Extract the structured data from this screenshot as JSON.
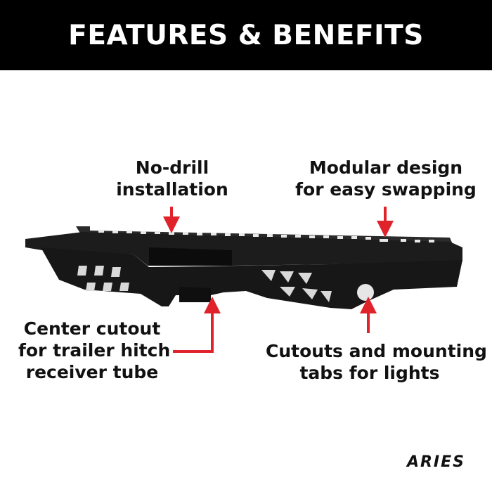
{
  "banner": {
    "title": "FEATURES & BENEFITS",
    "background": "#000000",
    "text_color": "#ffffff"
  },
  "callouts": {
    "no_drill": {
      "line1": "No-drill",
      "line2": "installation"
    },
    "modular": {
      "line1": "Modular design",
      "line2": "for easy swapping"
    },
    "center_cutout": {
      "line1": "Center cutout",
      "line2": "for trailer hitch",
      "line3": "receiver tube"
    },
    "light_cutouts": {
      "line1": "Cutouts and mounting",
      "line2": "tabs for lights"
    }
  },
  "arrow_color": "#e0232b",
  "product": {
    "color": "#1c1c1c",
    "name": "rear bumper"
  },
  "logo": {
    "text": "ARIES"
  }
}
